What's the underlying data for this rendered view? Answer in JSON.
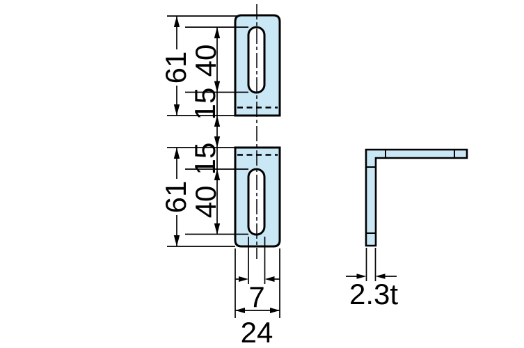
{
  "drawing_title": "angle-bracket-dimension-drawing",
  "colors": {
    "background": "#ffffff",
    "plate_fill": "#cae7f6",
    "line_color": "#000000"
  },
  "front_view": {
    "top_plate": {
      "height_label": "61",
      "slot_label": "40",
      "offset_label": "15"
    },
    "bottom_plate": {
      "offset_label": "15",
      "slot_label": "40",
      "height_label": "61"
    },
    "slot_width_label": "7",
    "width_label": "24"
  },
  "side_view": {
    "thickness_label": "2.3t"
  }
}
